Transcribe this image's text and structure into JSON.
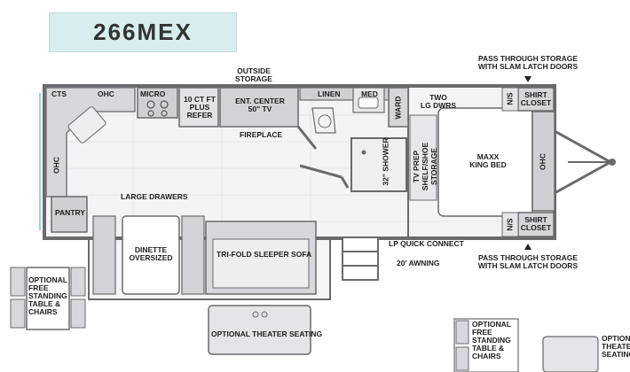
{
  "model": "266MEX",
  "labels": {
    "outside_storage": "OUTSIDE\nSTORAGE",
    "cts": "CTS",
    "ohc_top": "OHC",
    "micro": "MICRO",
    "refer": "10 CT FT\nPLUS\nREFER",
    "ent_center": "ENT. CENTER\n50\" TV",
    "fireplace": "FIREPLACE",
    "linen": "LINEN",
    "med": "MED",
    "ward": "WARD",
    "two_lg_dwrs": "TWO\nLG DWRS",
    "ns_top": "N/S",
    "shirt_closet_top": "SHIRT\nCLOSET",
    "pass_through_top": "PASS THROUGH STORAGE\nWITH SLAM LATCH DOORS",
    "ohc_left": "OHC",
    "shower": "32\" SHOWER",
    "tv_prep": "TV PREP\nSHELF/SHOE STORAGE",
    "bed": "MAXX\nKING BED",
    "ohc_right": "OHC",
    "pantry": "PANTRY",
    "large_drawers": "LARGE DRAWERS",
    "dinette": "DINETTE\nOVERSIZED",
    "sofa": "TRI-FOLD SLEEPER SOFA",
    "lp_quick_connect": "LP QUICK CONNECT",
    "awning": "20' AWNING",
    "ns_bottom": "N/S",
    "shirt_closet_bottom": "SHIRT\nCLOSET",
    "pass_through_bottom": "PASS THROUGH STORAGE\nWITH SLAM LATCH DOORS",
    "optional_table_left": "OPTIONAL\nFREE\nSTANDING\nTABLE &\nCHAIRS",
    "optional_theater": "OPTIONAL THEATER SEATING",
    "optional_table_right": "OPTIONAL\nFREE\nSTANDING\nTABLE &\nCHAIRS",
    "optional_theater_right": "OPTIONAL\nTHEATER\nSEATING"
  }
}
